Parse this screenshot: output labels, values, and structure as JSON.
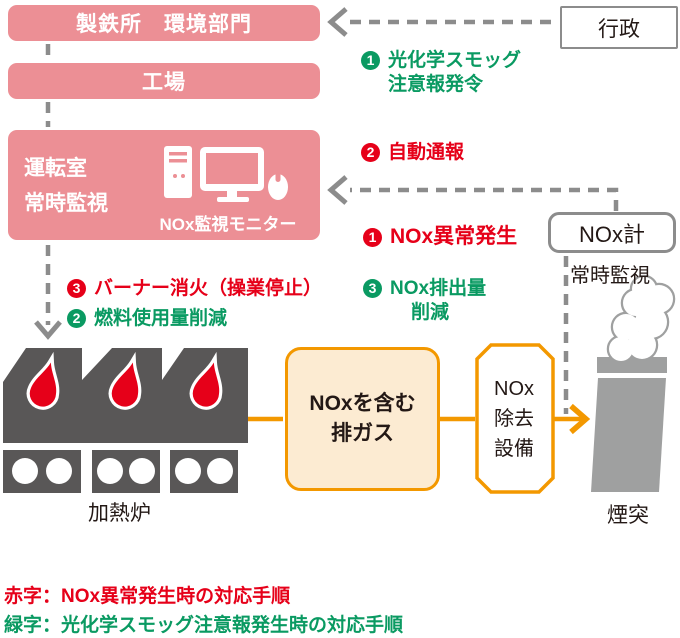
{
  "palette": {
    "pink": "#ec8f95",
    "red": "#e60019",
    "green": "#0a9a62",
    "orange": "#f39800",
    "cream": "#fcebd2",
    "furnace": "#595757",
    "gray": "#9fa0a0",
    "line": "#8c8c8c",
    "ink": "#231815"
  },
  "orgs": {
    "env_dept": {
      "label": "製鉄所　環境部門"
    },
    "factory": {
      "label": "工場"
    },
    "control_room": {
      "line1": "運転室",
      "line2": "常時監視",
      "monitor_label": "NOx監視モニター"
    },
    "government": {
      "label": "行政"
    },
    "nox_meter": {
      "label": "NOx計",
      "caption": "常時監視"
    }
  },
  "process": {
    "exhaust": {
      "line1": "NOxを含む",
      "line2": "排ガス"
    },
    "removal": {
      "line1": "NOx",
      "line2": "除去",
      "line3": "設備"
    },
    "furnace_label": "加熱炉",
    "chimney_label": "煙突"
  },
  "annotations": {
    "smog_alert": {
      "num": "1",
      "line1": "光化学スモッグ",
      "line2": "注意報発令"
    },
    "auto_report": {
      "num": "2",
      "text": "自動通報"
    },
    "nox_abnormal": {
      "num": "1",
      "text": "NOx異常発生"
    },
    "nox_reduction": {
      "num": "3",
      "line1": "NOx排出量",
      "line2": "削減"
    },
    "burner_off": {
      "num": "3",
      "text": "バーナー消火（操業停止）"
    },
    "fuel_cut": {
      "num": "2",
      "text": "燃料使用量削減"
    }
  },
  "legend": {
    "red": "赤字：NOx異常発生時の対応手順",
    "green": "緑字：光化学スモッグ注意報発生時の対応手順"
  }
}
